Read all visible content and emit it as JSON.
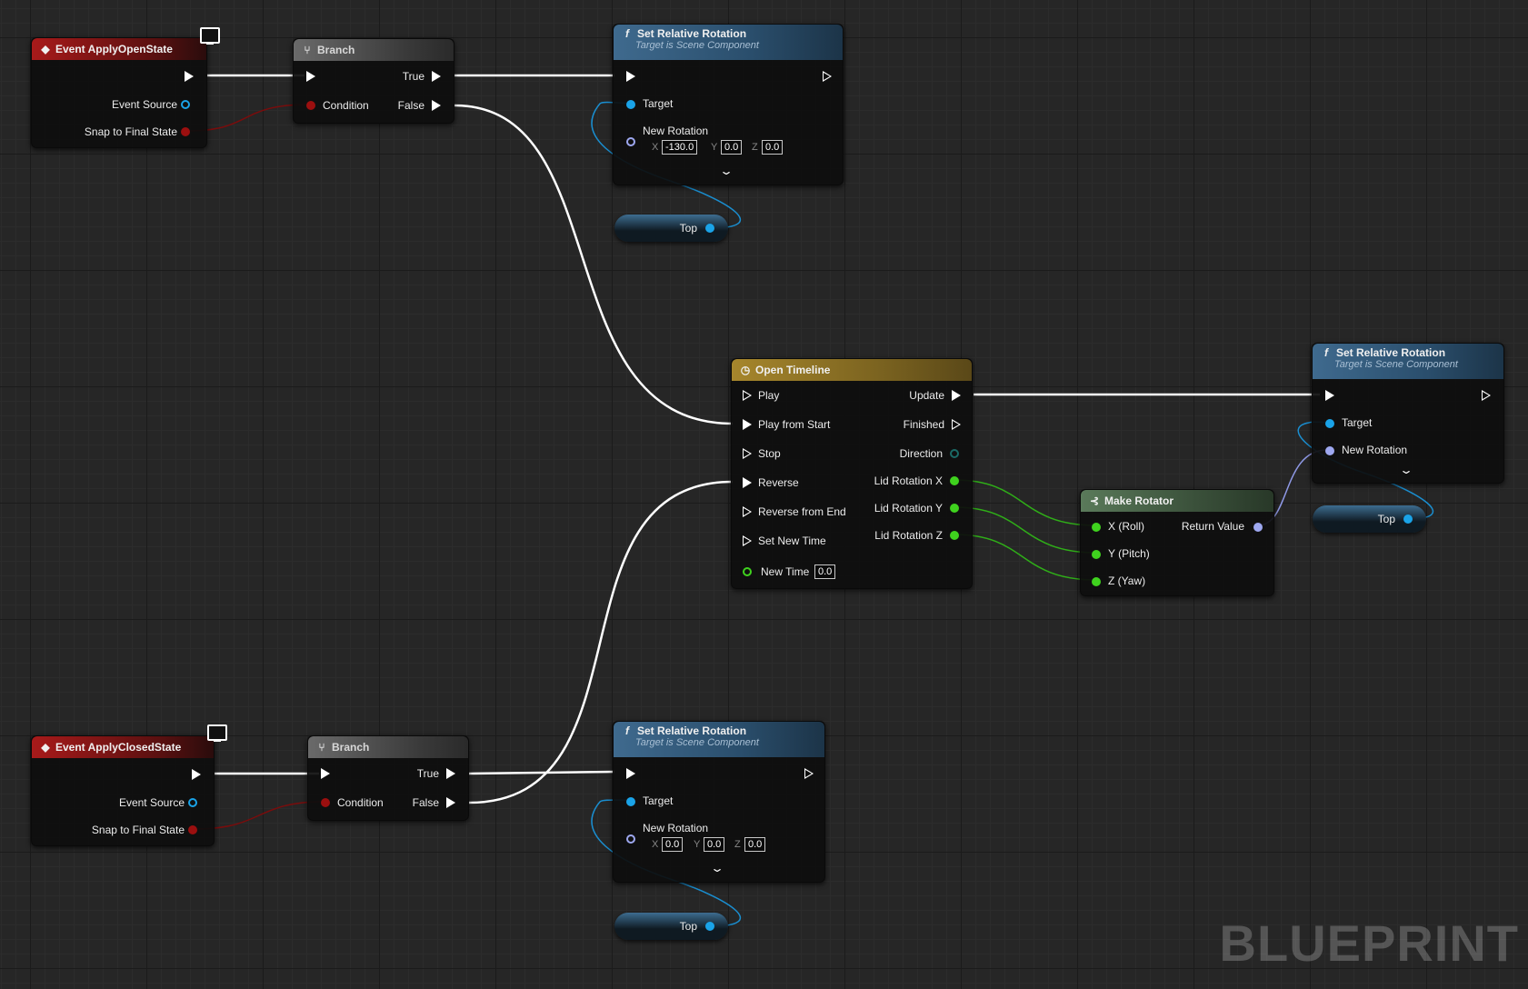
{
  "watermark": "BLUEPRINT",
  "event_open": {
    "title": "Event ApplyOpenState",
    "pins": [
      "Event Source",
      "Snap to Final State"
    ]
  },
  "event_closed": {
    "title": "Event ApplyClosedState",
    "pins": [
      "Event Source",
      "Snap to Final State"
    ]
  },
  "branch": {
    "title": "Branch",
    "condition": "Condition",
    "true": "True",
    "false": "False"
  },
  "set_rot": {
    "title": "Set Relative Rotation",
    "subtitle": "Target is Scene Component",
    "target": "Target",
    "new_rotation": "New Rotation"
  },
  "set_rot_open": {
    "x": "-130.0",
    "y": "0.0",
    "z": "0.0"
  },
  "set_rot_closed": {
    "x": "0.0",
    "y": "0.0",
    "z": "0.0"
  },
  "axes": {
    "x": "X",
    "y": "Y",
    "z": "Z"
  },
  "var_top": "Top",
  "timeline": {
    "title": "Open Timeline",
    "inputs": [
      "Play",
      "Play from Start",
      "Stop",
      "Reverse",
      "Reverse from End",
      "Set New Time"
    ],
    "new_time_label": "New Time",
    "new_time_value": "0.0",
    "outputs": [
      "Update",
      "Finished",
      "Direction",
      "Lid Rotation X",
      "Lid Rotation Y",
      "Lid Rotation Z"
    ]
  },
  "make_rotator": {
    "title": "Make Rotator",
    "inputs": [
      "X (Roll)",
      "Y (Pitch)",
      "Z (Yaw)"
    ],
    "output": "Return Value"
  },
  "colors": {
    "exec": "#ffffff",
    "bool": "#9b0f0f",
    "object": "#1aa3e8",
    "float": "#3fd21e",
    "rotator": "#9ea8f0"
  }
}
